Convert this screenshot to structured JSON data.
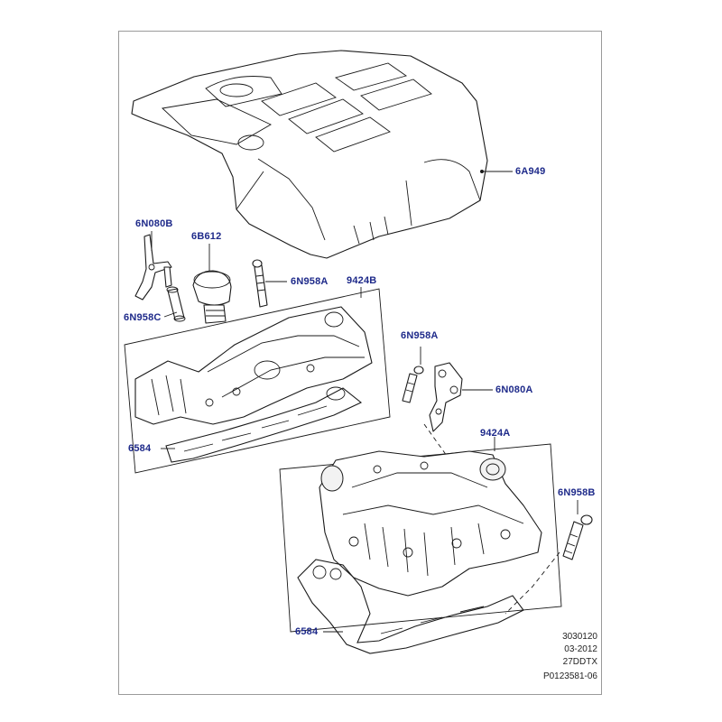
{
  "callouts": {
    "engine_cover": "6A949",
    "bracket_upper": "6N080B",
    "oil_filler_cap": "6B612",
    "breather_tube": "6N958C",
    "connector_upper": "6N958A",
    "manifold_left": "9424B",
    "connector_mid": "6N958A",
    "bracket_right": "6N080A",
    "manifold_right": "9424A",
    "connector_right": "6N958B",
    "gasket_left": "6584",
    "gasket_right": "6584"
  },
  "meta": {
    "code_1": "3030120",
    "date": "03-2012",
    "engine": "27DDTX",
    "illustration_id": "P0123581-06"
  }
}
